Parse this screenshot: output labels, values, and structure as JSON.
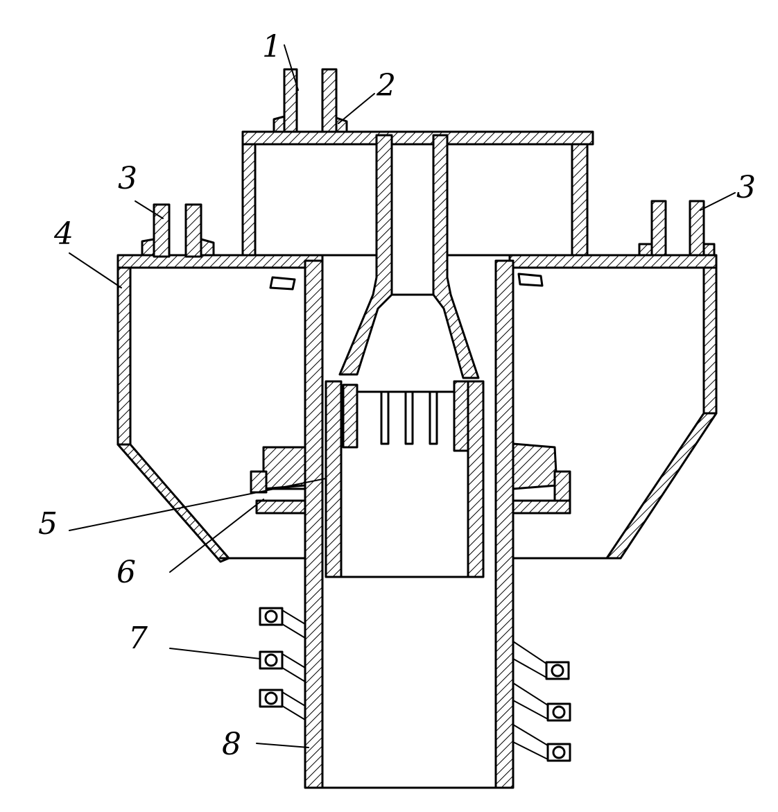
{
  "labels": {
    "l1": "1",
    "l2": "2",
    "l3a": "3",
    "l3b": "3",
    "l4": "4",
    "l5": "5",
    "l6": "6",
    "l7": "7",
    "l8": "8"
  }
}
